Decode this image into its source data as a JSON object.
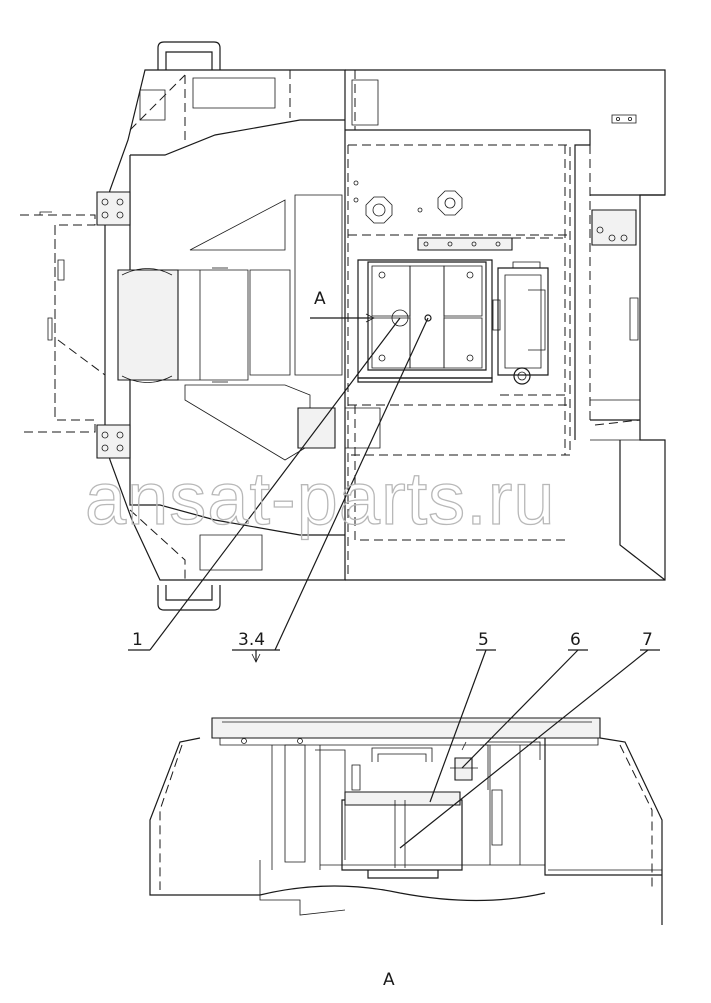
{
  "watermark": "ansat-parts.ru",
  "view_marker_top": "A",
  "view_marker_bottom": "A",
  "callouts": {
    "c1": "1",
    "c34": "3.4",
    "c5": "5",
    "c6": "6",
    "c7": "7"
  }
}
